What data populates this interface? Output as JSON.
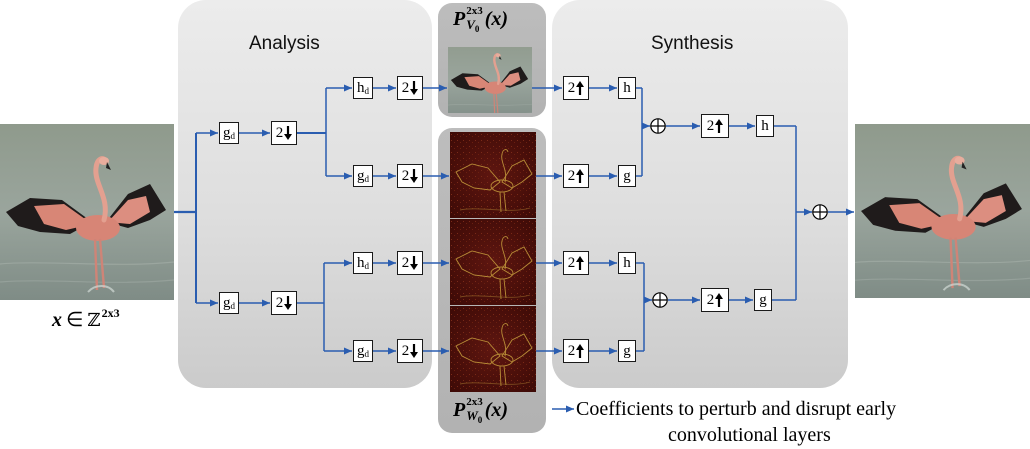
{
  "panels": {
    "analysis_title": "Analysis",
    "synthesis_title": "Synthesis"
  },
  "input_label": {
    "variable": "x",
    "relation": "∈",
    "set": "ℤ",
    "superscript": "2x3"
  },
  "coef_labels": {
    "v": {
      "operator": "P",
      "subspace": "V",
      "level": "0",
      "superscript": "2x3",
      "argument": "(x)"
    },
    "w": {
      "operator": "P",
      "subspace": "W",
      "level": "0",
      "superscript": "2x3",
      "argument": "(x)"
    }
  },
  "filters": {
    "hd": {
      "base": "h",
      "sub": "d"
    },
    "gd": {
      "base": "g",
      "sub": "d"
    },
    "h": "h",
    "g": "g"
  },
  "downsample": {
    "factor": "2"
  },
  "upsample": {
    "factor": "2"
  },
  "caption": {
    "line1": "Coefficients to perturb and disrupt early",
    "line2": "convolutional layers"
  },
  "icons": {
    "downsample": "down-arrow-icon",
    "upsample": "up-arrow-icon",
    "adder": "circled-plus-icon",
    "connector": "arrow-right-icon"
  },
  "colors": {
    "connector": "#2a5db0",
    "panel": "#e0e0e0",
    "coef_panel": "#b8b8b8"
  }
}
